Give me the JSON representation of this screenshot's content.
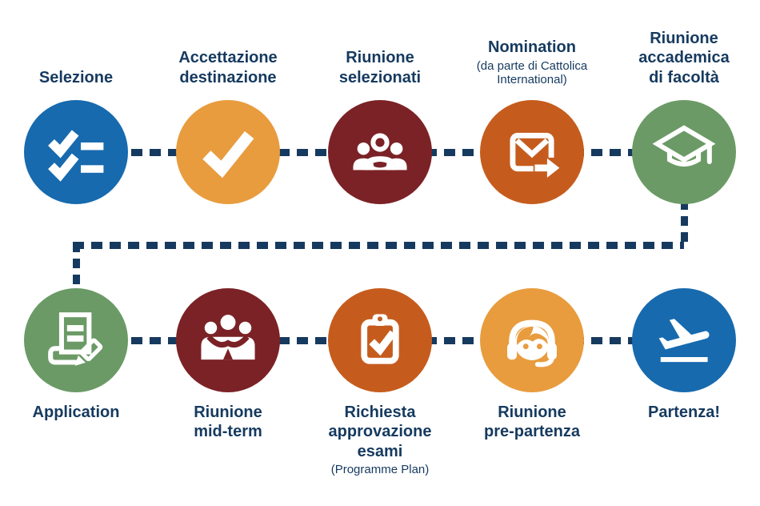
{
  "diagram": {
    "type": "process-flow",
    "language": "Italian",
    "rows": 2,
    "steps_per_row": 5,
    "flow": "top row left-to-right, wraps down and back to bottom row left-to-right"
  },
  "colors": {
    "background": "#ffffff",
    "label_text": "#163a5f",
    "connector_dash": "#163a5f",
    "blue": "#176aae",
    "amber": "#e89c3e",
    "maroon": "#7b2226",
    "burnt_orange": "#c55c1d",
    "green": "#6b9a66",
    "icon_glyph": "#ffffff"
  },
  "steps": [
    {
      "order": 1,
      "row": 1,
      "name": "selezione",
      "label": "Selezione",
      "icon": "checklist-icon",
      "circle_color": "#176aae"
    },
    {
      "order": 2,
      "row": 1,
      "name": "accettazione-destinazione",
      "label": "Accettazione\ndestinazione",
      "icon": "checkmark-icon",
      "circle_color": "#e89c3e"
    },
    {
      "order": 3,
      "row": 1,
      "name": "riunione-selezionati",
      "label": "Riunione\nselezionati",
      "icon": "people-group-icon",
      "circle_color": "#7b2226"
    },
    {
      "order": 4,
      "row": 1,
      "name": "nomination",
      "label": "Nomination",
      "sub": "(da parte di Cattolica\nInternational)",
      "icon": "mail-forward-icon",
      "circle_color": "#c55c1d"
    },
    {
      "order": 5,
      "row": 1,
      "name": "riunione-accademica-di-facolta",
      "label": "Riunione\naccademica\ndi facoltà",
      "icon": "graduation-cap-icon",
      "circle_color": "#6b9a66"
    },
    {
      "order": 6,
      "row": 2,
      "name": "application",
      "label": "Application",
      "icon": "document-edit-icon",
      "circle_color": "#6b9a66"
    },
    {
      "order": 7,
      "row": 2,
      "name": "riunione-mid-term",
      "label": "Riunione\nmid-term",
      "icon": "handshake-meeting-icon",
      "circle_color": "#7b2226"
    },
    {
      "order": 8,
      "row": 2,
      "name": "richiesta-approvazione-esami",
      "label": "Richiesta\napprovazione\nesami",
      "sub": "(Programme Plan)",
      "icon": "clipboard-check-icon",
      "circle_color": "#c55c1d"
    },
    {
      "order": 9,
      "row": 2,
      "name": "riunione-pre-partenza",
      "label": "Riunione\npre-partenza",
      "icon": "headset-agent-icon",
      "circle_color": "#e89c3e"
    },
    {
      "order": 10,
      "row": 2,
      "name": "partenza",
      "label": "Partenza!",
      "icon": "airplane-takeoff-icon",
      "circle_color": "#176aae"
    }
  ]
}
